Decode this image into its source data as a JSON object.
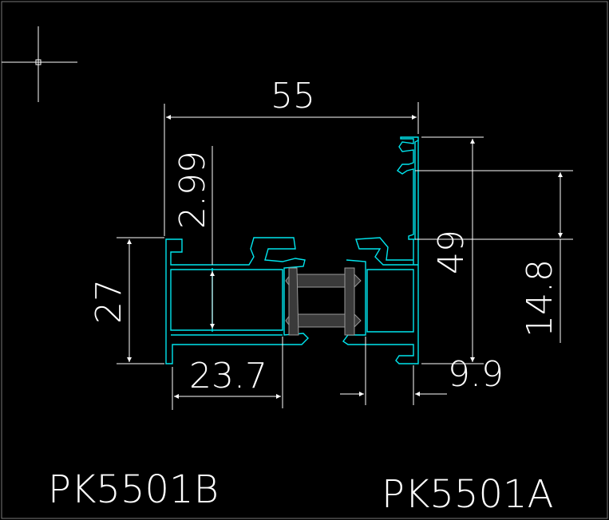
{
  "colors": {
    "background": "#000000",
    "profile": "#00e5ee",
    "dimension": "#ffffff",
    "gasket": "#3a3a3a"
  },
  "icons": {
    "cursor": "crosshair-cursor-icon"
  },
  "dimensions": {
    "width": "55",
    "height_left": "27",
    "top_left": "2.99",
    "bottom_left": "23.7",
    "right_tall": "49",
    "right_short": "14.8",
    "right_bottom": "9.9"
  },
  "labels": {
    "left_part": "PK5501B",
    "right_part": "PK5501A"
  }
}
